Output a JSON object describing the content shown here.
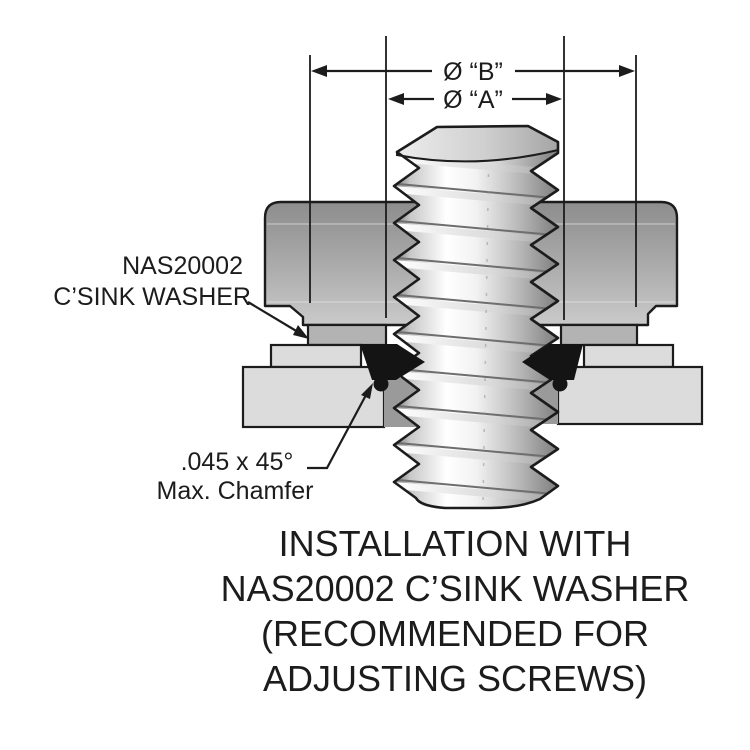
{
  "diagram": {
    "dimensions": {
      "b_label": "Ø “B”",
      "a_label": "Ø “A”"
    },
    "labels": {
      "washer": {
        "line1": "NAS20002",
        "line2": "C’SINK WASHER"
      },
      "chamfer": {
        "line1": ".045 x 45°",
        "line2": "Max. Chamfer"
      }
    },
    "caption": {
      "line1": "INSTALLATION WITH",
      "line2": "NAS20002 C’SINK WASHER",
      "line3": "(RECOMMENDED FOR",
      "line4": "ADJUSTING SCREWS)"
    },
    "colors": {
      "outline": "#1c1c1c",
      "body_top": "#8d8d8d",
      "body_bottom": "#cacaca",
      "washer": "#b3b3b3",
      "plate": "#dcdcdc",
      "hole_wall": "#9a9a9a",
      "chamfer_fill": "#141414",
      "background": "#ffffff"
    }
  }
}
